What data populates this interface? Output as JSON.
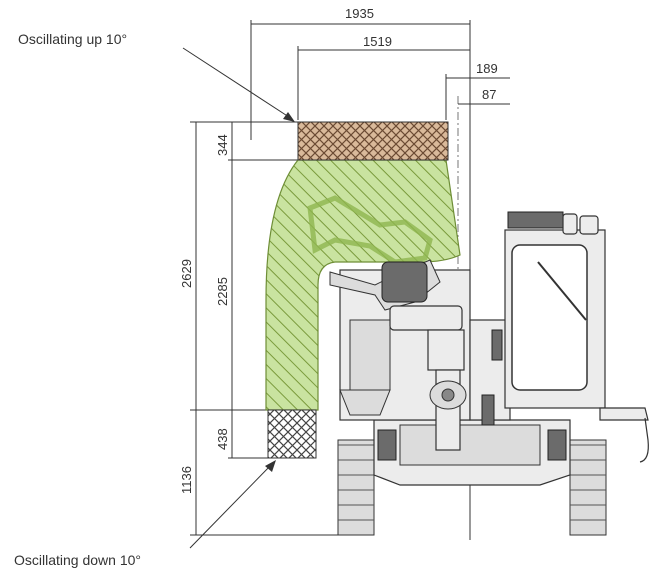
{
  "labels": {
    "oscillating_up": "Oscillating up 10°",
    "oscillating_down": "Oscillating down 10°"
  },
  "dimensions": {
    "top_width": "1935",
    "second_width": "1519",
    "offset_a": "189",
    "offset_b": "87",
    "upper_block": "344",
    "total_upper": "2629",
    "mid_height": "2285",
    "lower_block": "438",
    "lower_total": "1136"
  },
  "colors": {
    "hatch_green": "#c9e3a0",
    "hatch_brown": "#d9b99a",
    "hatch_line": "#7a9a3c"
  }
}
